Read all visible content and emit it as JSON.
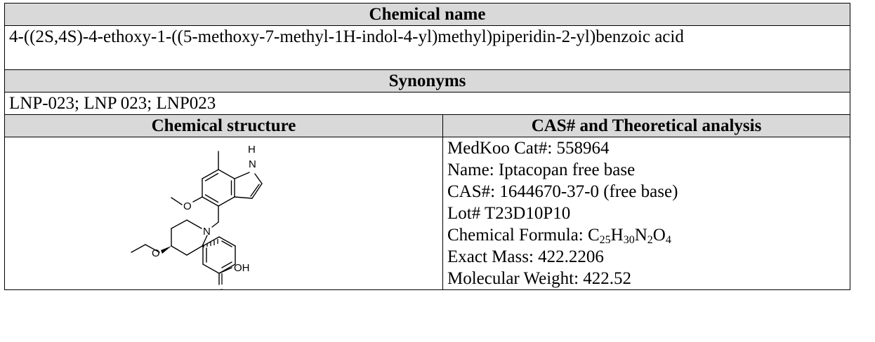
{
  "chemical_name": {
    "header": "Chemical name",
    "value": "4-((2S,4S)-4-ethoxy-1-((5-methoxy-7-methyl-1H-indol-4-yl)methyl)piperidin-2-yl)benzoic acid"
  },
  "synonyms": {
    "header": "Synonyms",
    "value": "LNP-023; LNP 023; LNP023"
  },
  "structure": {
    "header": "Chemical structure",
    "atom_labels": {
      "nh": "H",
      "n_indole": "N",
      "n_pip": "N",
      "o_methoxy": "O",
      "o_ethoxy": "O",
      "oh": "OH",
      "o_carbonyl": "O"
    }
  },
  "analysis": {
    "header": "CAS# and Theoretical analysis",
    "cat": "MedKoo Cat#: 558964",
    "name": "Name: Iptacopan free base",
    "cas": "CAS#: 1644670-37-0 (free base)",
    "lot": "Lot# T23D10P10",
    "formula_label": "Chemical Formula: ",
    "formula": {
      "c": "C",
      "c_n": "25",
      "h": "H",
      "h_n": "30",
      "n": "N",
      "n_n": "2",
      "o": "O",
      "o_n": "4"
    },
    "exact_mass": "Exact Mass: 422.2206",
    "mw": "Molecular Weight: 422.52"
  },
  "colors": {
    "header_bg": "#d9d9d9",
    "border": "#000000",
    "text": "#000000"
  }
}
